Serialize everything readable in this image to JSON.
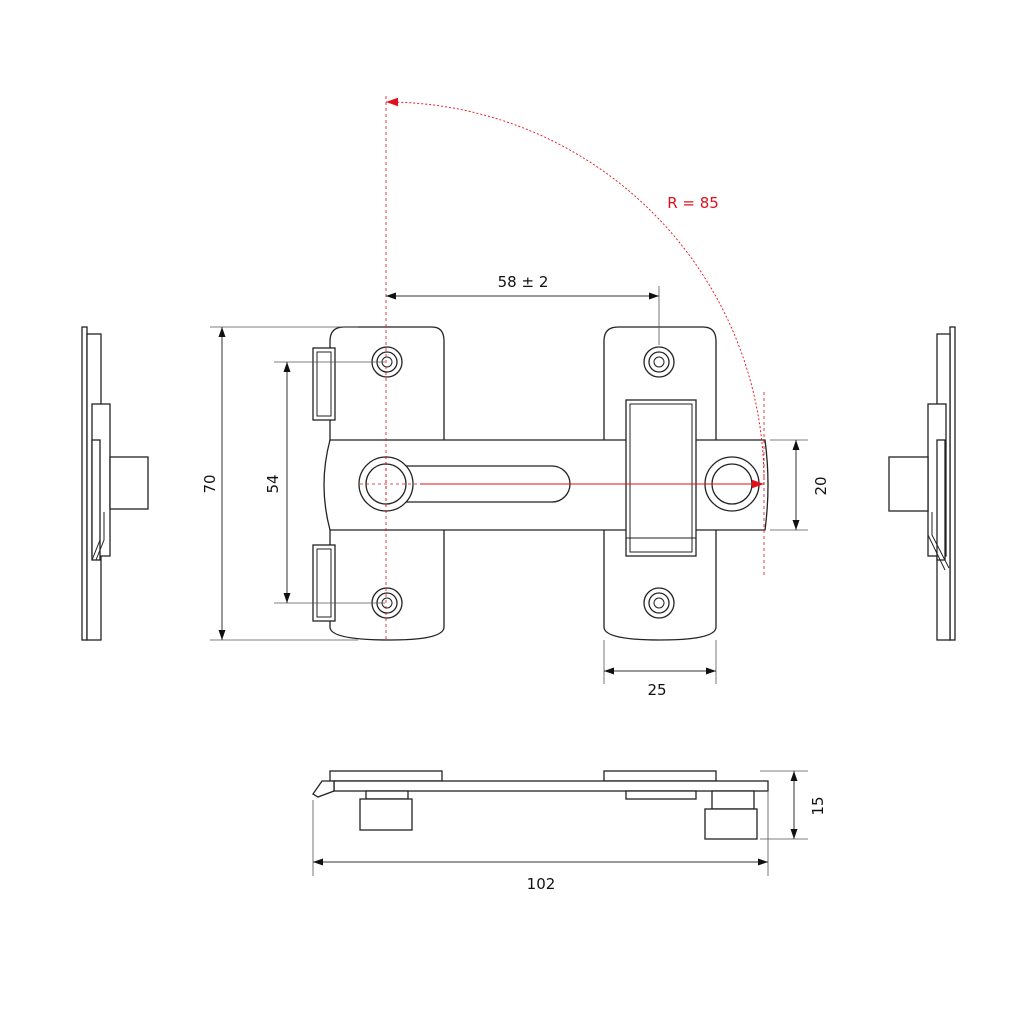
{
  "dimensions": {
    "travel": "58 ± 2",
    "radius": "R = 85",
    "height_total": "70",
    "hole_spacing": "54",
    "bar_width": "20",
    "plate_width": "25",
    "length_total": "102",
    "depth": "15"
  },
  "colors": {
    "line": "#222222",
    "accent": "#e0101a",
    "background": "#ffffff"
  }
}
